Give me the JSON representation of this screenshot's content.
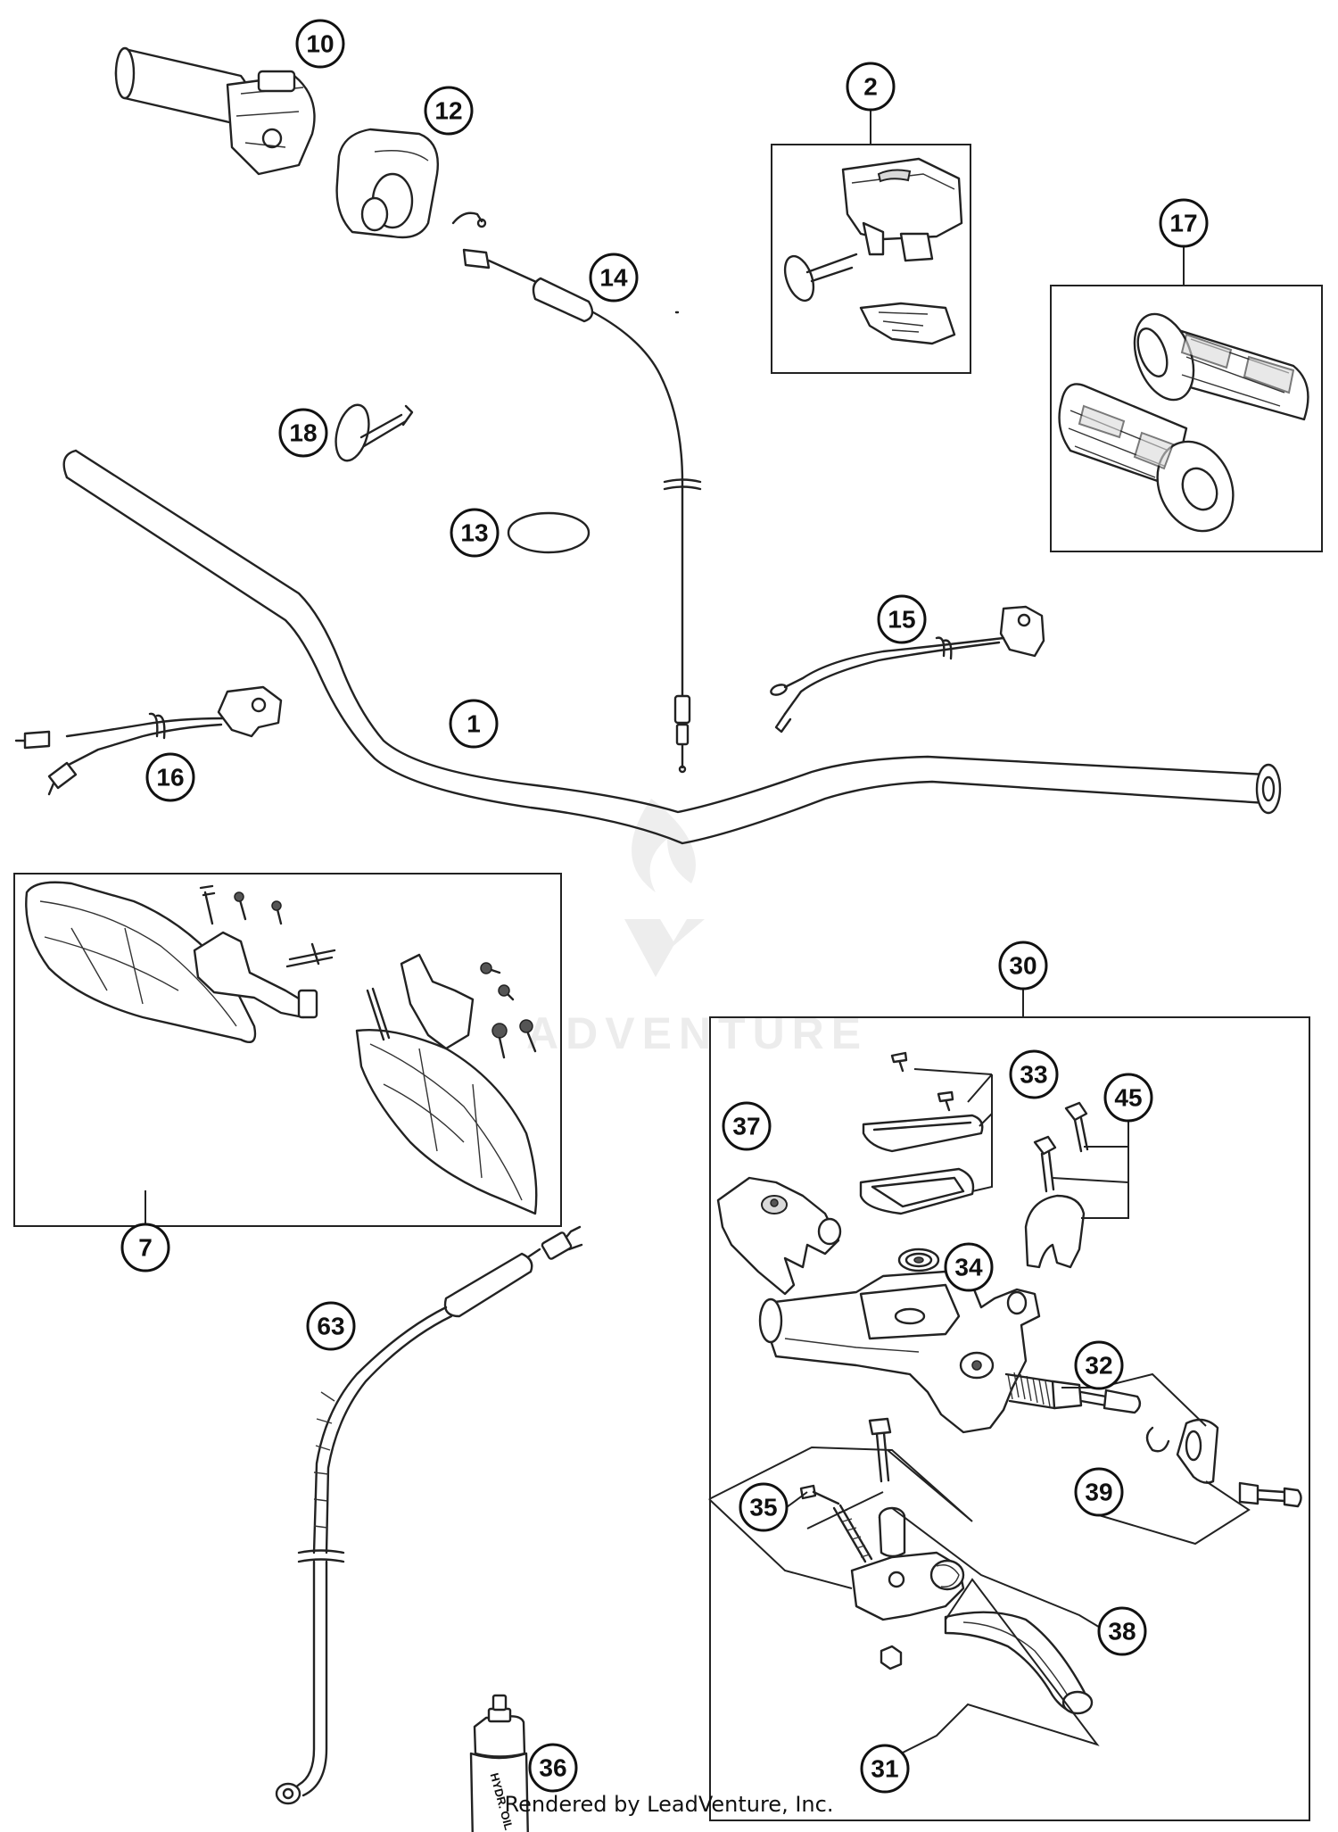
{
  "callouts": [
    "10",
    "12",
    "2",
    "17",
    "14",
    "18",
    "13",
    "15",
    "1",
    "16",
    "7",
    "30",
    "33",
    "45",
    "37",
    "34",
    "32",
    "63",
    "39",
    "35",
    "38",
    "36",
    "31"
  ],
  "watermark": "ADVENTURE",
  "bottle_label": "HYDR. OIL",
  "footer": "Rendered by LeadVenture, Inc."
}
